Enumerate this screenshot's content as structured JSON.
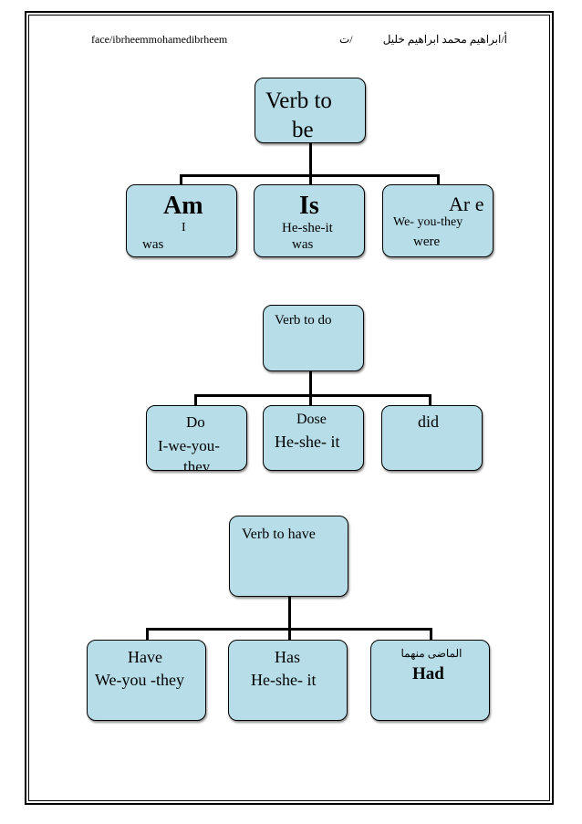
{
  "header": {
    "left": "face/ibrheemmohamedibrheem",
    "middle": "ت/",
    "right": "أ/ابراهيم محمد ابراهيم خليل"
  },
  "tree_be": {
    "root": {
      "line1": "Verb to",
      "line2": "be"
    },
    "am": {
      "title": "Am",
      "pronoun": "I",
      "past": "was"
    },
    "is": {
      "title": "Is",
      "pronoun": "He-she-it",
      "past": "was"
    },
    "are": {
      "title": "Ar e",
      "pronoun": "We- you-they",
      "past": "were"
    }
  },
  "tree_do": {
    "root": {
      "label": "Verb to do"
    },
    "do": {
      "title": "Do",
      "line2": "I-we-you-",
      "line3": "they"
    },
    "dose": {
      "title": "Dose",
      "line2": "He-she- it"
    },
    "did": {
      "title": "did"
    }
  },
  "tree_have": {
    "root": {
      "label": "Verb to have"
    },
    "have": {
      "title": "Have",
      "line2": "We-you -they"
    },
    "has": {
      "title": "Has",
      "line2": "He-she- it"
    },
    "had": {
      "note": "الماضى منهما",
      "title": "Had"
    }
  },
  "colors": {
    "box_fill": "#b7dde8",
    "border": "#000000"
  }
}
